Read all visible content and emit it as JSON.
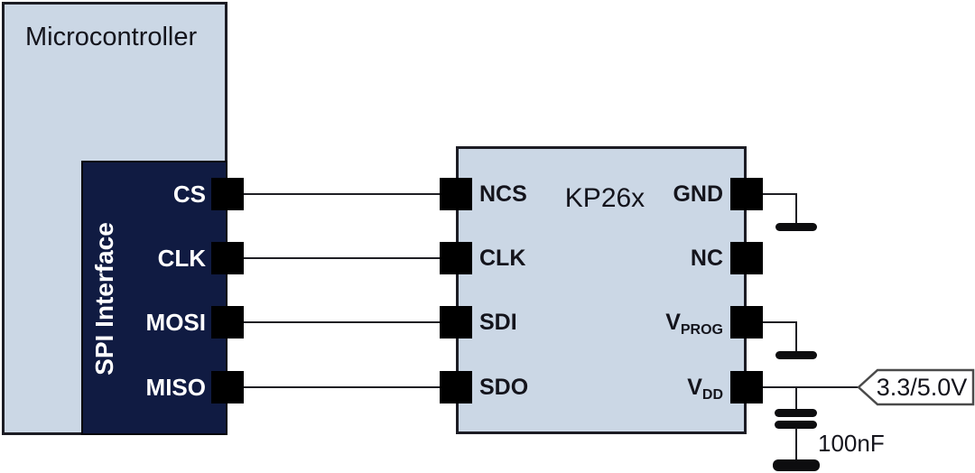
{
  "microcontroller": {
    "title": "Microcontroller"
  },
  "spi_interface": {
    "title": "SPI Interface",
    "pins": [
      "CS",
      "CLK",
      "MOSI",
      "MISO"
    ]
  },
  "kp26x": {
    "title": "KP26x",
    "left_pins": [
      "NCS",
      "CLK",
      "SDI",
      "SDO"
    ],
    "right_pins": [
      {
        "main": "GND",
        "sub": ""
      },
      {
        "main": "NC",
        "sub": ""
      },
      {
        "main": "V",
        "sub": "PROG"
      },
      {
        "main": "V",
        "sub": "DD"
      }
    ]
  },
  "decoupling_capacitor": {
    "label": "100nF"
  },
  "supply_flag": {
    "label": "3.3/5.0V"
  },
  "symbols": {
    "pin": "octagon-in-square terminal",
    "ground": "thick horizontal bar",
    "capacitor": "two parallel plates",
    "supply_flag": "left-pointing net flag"
  },
  "colors": {
    "block_fill": "#cbd7e5",
    "spi_fill": "#101b42",
    "wire": "#1f1f24",
    "text_dark": "#14141c",
    "text_light": "#ffffff",
    "flag_stroke": "#4a4a4a"
  }
}
